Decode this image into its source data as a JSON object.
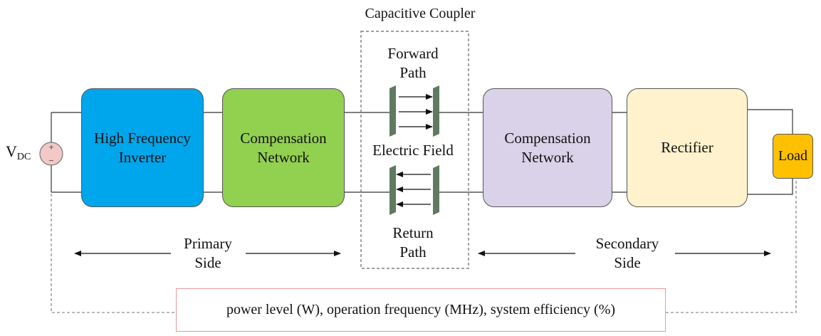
{
  "coupler": {
    "title": "Capacitive Coupler",
    "forward_path": "Forward\nPath",
    "electric_field": "Electric Field",
    "return_path": "Return\nPath"
  },
  "source": {
    "label": "V",
    "subscript": "DC",
    "plus": "+",
    "minus": "−"
  },
  "blocks": {
    "inverter": "High Frequency\nInverter",
    "primary_compensation": "Compensation\nNetwork",
    "secondary_compensation": "Compensation\nNetwork",
    "rectifier": "Rectifier",
    "load": "Load"
  },
  "sides": {
    "primary": "Primary\nSide",
    "secondary": "Secondary\nSide"
  },
  "metrics": "power level (W), operation frequency (MHz), system efficiency (%)",
  "colors": {
    "inverter": "#00a6ec",
    "primary_compensation": "#92d050",
    "secondary_compensation": "#d9d2e9",
    "rectifier": "#fff2cc",
    "load": "#ffc000",
    "plates": "#5f7a61",
    "source": "#f2c8c8"
  }
}
